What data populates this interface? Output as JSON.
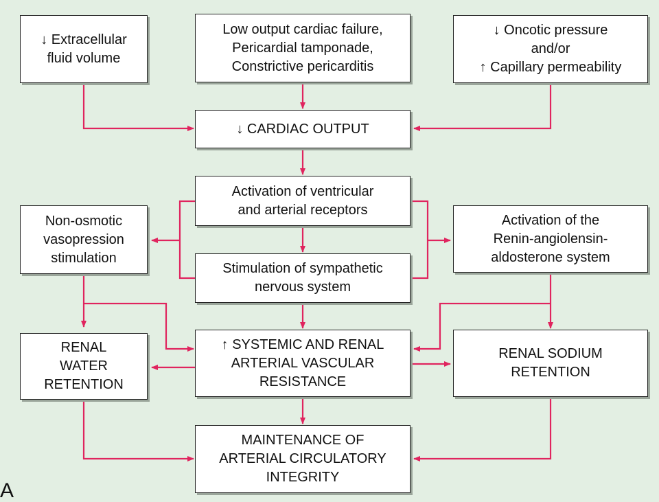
{
  "colors": {
    "background": "#e3efe3",
    "arrow": "#e0245e",
    "box_border": "#222222"
  },
  "nodes": {
    "extracellular": "↓ Extracellular\nfluid volume",
    "low_output": "Low output cardiac failure,\nPericardial tamponade,\nConstrictive pericarditis",
    "oncotic": "↓ Oncotic pressure\nand/or\n↑ Capillary permeability",
    "cardiac_output": "↓ CARDIAC OUTPUT",
    "activation_receptors": "Activation of ventricular\nand arterial receptors",
    "non_osmotic": "Non-osmotic\nvasopression\nstimulation",
    "raas": "Activation of the\nRenin-angiolensin-\naldosterone system",
    "sympathetic": "Stimulation of sympathetic\nnervous system",
    "renal_water": "RENAL\nWATER\nRETENTION",
    "vascular_resistance": "↑ SYSTEMIC AND RENAL\nARTERIAL VASCULAR\nRESISTANCE",
    "renal_sodium": "RENAL SODIUM\nRETENTION",
    "maintenance": "MAINTENANCE OF\nARTERIAL CIRCULATORY\nINTEGRITY"
  },
  "edges": [
    [
      "extracellular",
      "cardiac_output"
    ],
    [
      "low_output",
      "cardiac_output"
    ],
    [
      "oncotic",
      "cardiac_output"
    ],
    [
      "cardiac_output",
      "activation_receptors"
    ],
    [
      "activation_receptors",
      "sympathetic"
    ],
    [
      "activation_receptors",
      "non_osmotic"
    ],
    [
      "activation_receptors",
      "raas"
    ],
    [
      "sympathetic",
      "non_osmotic"
    ],
    [
      "sympathetic",
      "raas"
    ],
    [
      "sympathetic",
      "vascular_resistance"
    ],
    [
      "non_osmotic",
      "renal_water"
    ],
    [
      "non_osmotic",
      "vascular_resistance"
    ],
    [
      "raas",
      "renal_sodium"
    ],
    [
      "raas",
      "vascular_resistance"
    ],
    [
      "vascular_resistance",
      "renal_water"
    ],
    [
      "vascular_resistance",
      "renal_sodium"
    ],
    [
      "vascular_resistance",
      "maintenance"
    ],
    [
      "renal_water",
      "maintenance"
    ],
    [
      "renal_sodium",
      "maintenance"
    ]
  ],
  "fragment_text": "A"
}
